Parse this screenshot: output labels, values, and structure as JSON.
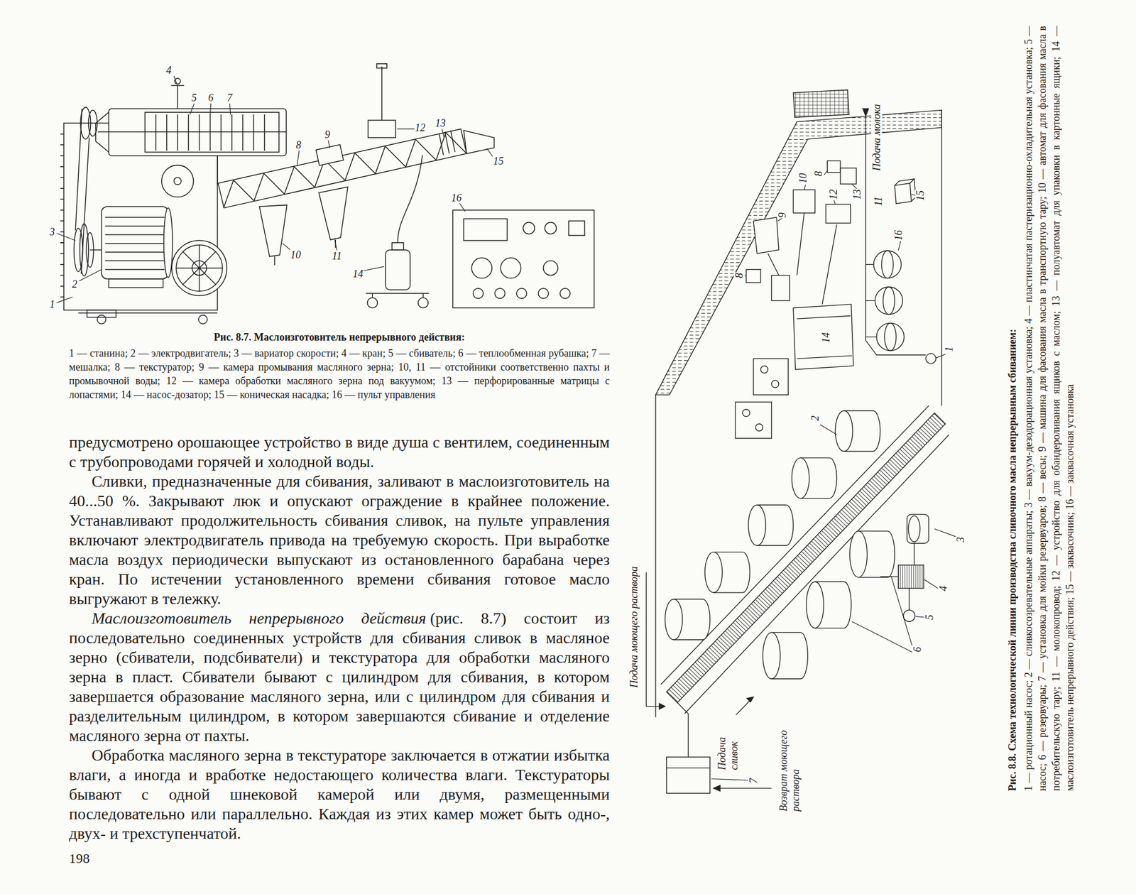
{
  "diagram": {
    "labels": [
      "1",
      "2",
      "3",
      "4",
      "5",
      "6",
      "7",
      "8",
      "9",
      "10",
      "11",
      "12",
      "13",
      "14",
      "15",
      "16",
      "Рис. 8.7. Маслоизготовитель непрерывного действия:",
      "1 — станина; 2 — электродвигатель; 3 — вариатор скорости; 4 — кран; 5 — сбиватель; 6 — теплообменная рубашка; 7 — мешалка; 8 — текстуратор; 9 — камера промывания масляного зерна; 10, 11 — отстойники соответственно пахты и промывочной воды; 12 — камера обработки масляного зерна под вакуумом; 13 — перфорированные матрицы с лопастями; 14 — насос-дозатор; 15 — коническая насадка; 16 — пульт управления",
      "предусмотрено орошающее устройство в виде душа с вентилем, соединенным с трубопроводами горячей и холодной воды.",
      "Сливки, предназначенные для сбивания, заливают в маслоизготовитель на 40...50 %. Закрывают люк и опускают ограждение в крайнее положение. Устанавливают продолжительность сбивания сливок, на пульте управления включают электродвигатель привода на требуемую скорость. При выработке масла воздух периодически выпускают из остановленного барабана через кран. По истечении установленного времени сбивания готовое масло выгружают в тележку.",
      "Маслоизготовитель непрерывного действия",
      "(рис. 8.7) состоит из последовательно соединенных устройств для сбивания сливок в масляное зерно (сбиватели, подсбиватели) и текстуратора для обработки масляного зерна в пласт. Сбиватели бывают с цилиндром для сбивания, в котором завершается образование масляного зерна, или с цилиндром для сбивания и разделительным цилиндром, в котором завершаются сбивание и отделение масляного зерна от пахты.",
      "Обработка масляного зерна в текстураторе заключается в отжатии избытка влаги, а иногда и вработке недостающего количества влаги. Текстураторы бывают с одной шнековой камерой или двумя, размещенными последовательно или параллельно. Каждая из этих камер может быть одно-, двух- и трехступенчатой.",
      "198",
      "1",
      "2",
      "3",
      "4",
      "5",
      "6",
      "7",
      "8",
      "8",
      "9",
      "10",
      "11",
      "12",
      "13",
      "14",
      "15",
      "16",
      "Подача молока",
      "Подача моющего раствора",
      "Подача сливок",
      "Возврат моющего раствора",
      "Рис. 8.8. Схема технологической линии производства сливочного масла непрерывным сбиванием:",
      "1 — ротационный насос; 2 — сливкосозревательные аппараты; 3 — вакуум-дезодорационная установка; 4 — пластинчатая пастеризационно-охладительная установка; 5 — насос; 6 — резервуары; 7 — установка для мойки резервуаров; 8 — весы; 9 — машина для фасования масла в транспортную тару; 10 — автомат для фасования масла в потребительскую тару; 11 — молокопровод; 12 — устройство для обандероливания ящиков с маслом; 13 — полуавтомат для упаковки в картонные ящики; 14 — маслоизготовитель непрерывного действия; 15 — заквасочник; 16 — заквасочная установка"
    ]
  }
}
